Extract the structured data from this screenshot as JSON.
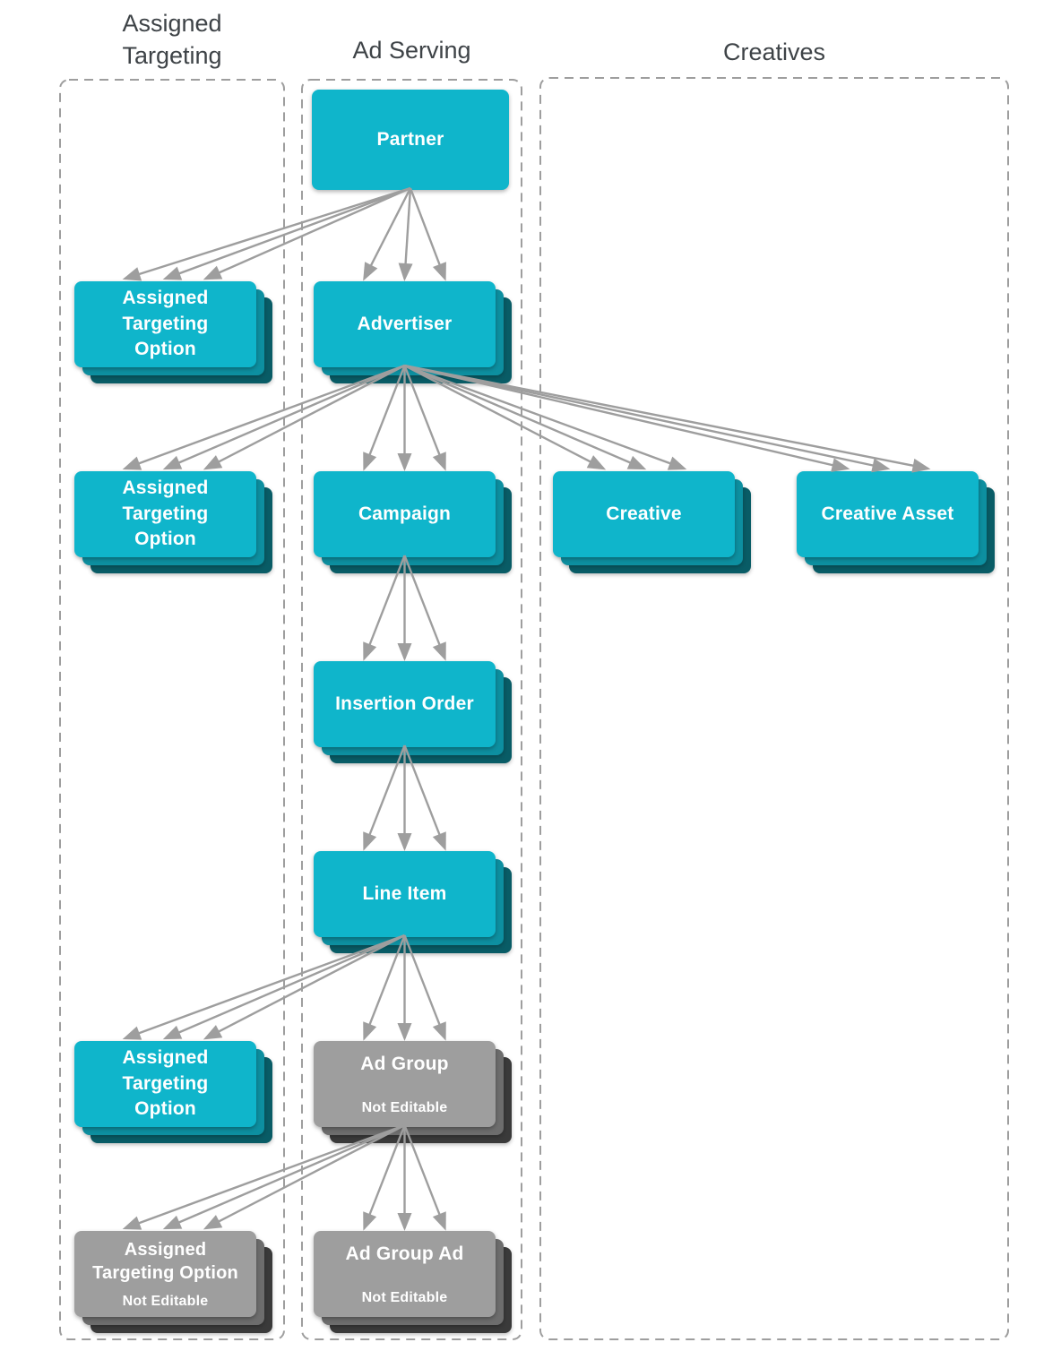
{
  "diagram": {
    "columns": [
      {
        "id": "assigned-targeting",
        "title": "Assigned\nTargeting"
      },
      {
        "id": "ad-serving",
        "title": "Ad Serving"
      },
      {
        "id": "creatives",
        "title": "Creatives"
      }
    ],
    "nodes": [
      {
        "id": "partner",
        "label": "Partner",
        "column": "ad-serving",
        "editable": true,
        "stacked": false
      },
      {
        "id": "assigned-targeting-option-partner",
        "label": "Assigned\nTargeting\nOption",
        "column": "assigned-targeting",
        "editable": true,
        "stacked": true
      },
      {
        "id": "advertiser",
        "label": "Advertiser",
        "column": "ad-serving",
        "editable": true,
        "stacked": true
      },
      {
        "id": "assigned-targeting-option-advertiser",
        "label": "Assigned\nTargeting\nOption",
        "column": "assigned-targeting",
        "editable": true,
        "stacked": true
      },
      {
        "id": "campaign",
        "label": "Campaign",
        "column": "ad-serving",
        "editable": true,
        "stacked": true
      },
      {
        "id": "creative",
        "label": "Creative",
        "column": "creatives",
        "editable": true,
        "stacked": true
      },
      {
        "id": "creative-asset",
        "label": "Creative Asset",
        "column": "creatives",
        "editable": true,
        "stacked": true
      },
      {
        "id": "insertion-order",
        "label": "Insertion Order",
        "column": "ad-serving",
        "editable": true,
        "stacked": true
      },
      {
        "id": "line-item",
        "label": "Line Item",
        "column": "ad-serving",
        "editable": true,
        "stacked": true
      },
      {
        "id": "assigned-targeting-option-line-item",
        "label": "Assigned\nTargeting\nOption",
        "column": "assigned-targeting",
        "editable": true,
        "stacked": true
      },
      {
        "id": "ad-group",
        "label": "Ad Group",
        "sublabel": "Not Editable",
        "column": "ad-serving",
        "editable": false,
        "stacked": true
      },
      {
        "id": "assigned-targeting-option-ad-group",
        "label": "Assigned\nTargeting Option",
        "sublabel": "Not Editable",
        "column": "assigned-targeting",
        "editable": false,
        "stacked": true
      },
      {
        "id": "ad-group-ad",
        "label": "Ad Group Ad",
        "sublabel": "Not Editable",
        "column": "ad-serving",
        "editable": false,
        "stacked": true
      }
    ],
    "edges": [
      {
        "from": "partner",
        "to": "assigned-targeting-option-partner"
      },
      {
        "from": "partner",
        "to": "advertiser"
      },
      {
        "from": "advertiser",
        "to": "assigned-targeting-option-advertiser"
      },
      {
        "from": "advertiser",
        "to": "campaign"
      },
      {
        "from": "advertiser",
        "to": "creative"
      },
      {
        "from": "advertiser",
        "to": "creative-asset"
      },
      {
        "from": "campaign",
        "to": "insertion-order"
      },
      {
        "from": "insertion-order",
        "to": "line-item"
      },
      {
        "from": "line-item",
        "to": "assigned-targeting-option-line-item"
      },
      {
        "from": "line-item",
        "to": "ad-group"
      },
      {
        "from": "ad-group",
        "to": "assigned-targeting-option-ad-group"
      },
      {
        "from": "ad-group",
        "to": "ad-group-ad"
      }
    ],
    "colors": {
      "editable_box": "#0FB5CB",
      "editable_stack_mid": "#0D8FA0",
      "editable_stack_dark": "#095C66",
      "noneditable_box": "#9E9E9E",
      "noneditable_stack_mid": "#6D6D6D",
      "noneditable_stack_dark": "#3A3A3A",
      "arrow": "#9E9E9E",
      "container_border": "#9E9E9E",
      "title_text": "#3E4347",
      "box_text": "#FFFFFF"
    }
  }
}
